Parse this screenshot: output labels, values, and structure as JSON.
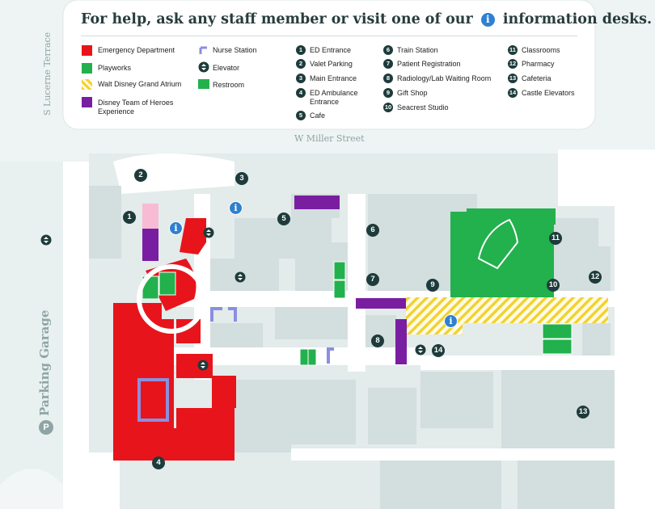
{
  "header": {
    "title_before": "For help, ask any staff member or visit one of our",
    "title_icon": "i",
    "title_after": "information desks."
  },
  "legend_types": [
    {
      "label": "Emergency Department",
      "color": "#e8141c"
    },
    {
      "label": "Playworks",
      "color": "#22b14c"
    },
    {
      "label": "Walt Disney Grand Atrium",
      "color": "#f2d230"
    },
    {
      "label": "Disney Team of Heroes Experience",
      "color": "#7a1ea1"
    },
    {
      "label": "Nurse Station",
      "color": "#8a8fe0"
    },
    {
      "label": "Elevator",
      "color": "#1e3b3b"
    },
    {
      "label": "Restroom",
      "color": "#22b14c"
    }
  ],
  "legend_numbered": [
    {
      "num": "1",
      "label": "ED Entrance"
    },
    {
      "num": "2",
      "label": "Valet Parking"
    },
    {
      "num": "3",
      "label": "Main Entrance"
    },
    {
      "num": "4",
      "label": "ED Ambulance Entrance"
    },
    {
      "num": "5",
      "label": "Cafe"
    },
    {
      "num": "6",
      "label": "Train Station"
    },
    {
      "num": "7",
      "label": "Patient Registration"
    },
    {
      "num": "8",
      "label": "Radiology/Lab Waiting Room"
    },
    {
      "num": "9",
      "label": "Gift Shop"
    },
    {
      "num": "10",
      "label": "Seacrest Studio"
    },
    {
      "num": "11",
      "label": "Classrooms"
    },
    {
      "num": "12",
      "label": "Pharmacy"
    },
    {
      "num": "13",
      "label": "Cafeteria"
    },
    {
      "num": "14",
      "label": "Castle Elevators"
    }
  ],
  "streets": {
    "north": "W Miller Street",
    "west": "S Lucerne Terrace",
    "garage": "Parking Garage",
    "garage_badge": "P"
  },
  "map_markers": [
    "1",
    "2",
    "3",
    "4",
    "5",
    "6",
    "7",
    "8",
    "9",
    "10",
    "11",
    "12",
    "13",
    "14"
  ],
  "info_marker": "i",
  "colors": {
    "road": "#dde7e7",
    "building": "#f1f5f5",
    "corridor": "#ffffff",
    "ink": "#1e3b3b"
  }
}
